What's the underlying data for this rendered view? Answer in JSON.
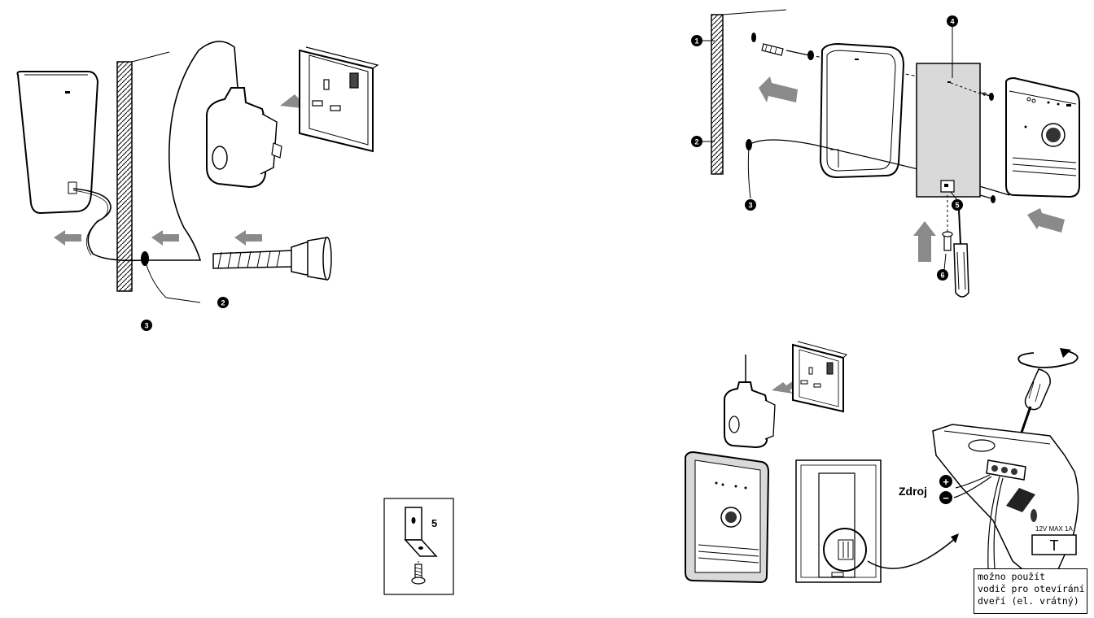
{
  "callouts": {
    "left": [
      "3",
      "2"
    ],
    "right_top": [
      "1",
      "2",
      "3",
      "4",
      "5",
      "6"
    ]
  },
  "bracket_detail": {
    "number": "5"
  },
  "wiring": {
    "power_label": "Zdroj",
    "plus_symbol": "+",
    "minus_symbol": "−",
    "rating": "12V MAX 1A",
    "terminal_symbol": "T",
    "note_lines": [
      "možno použít",
      "vodič pro otevírání",
      "dveří (el. vrátný)"
    ]
  },
  "colors": {
    "line": "#000000",
    "arrow_fill": "#8a8a8a",
    "panel_fill": "#d9d9d9",
    "badge": "#000000"
  },
  "icons": [
    "doorbell-unit-icon",
    "wall-icon",
    "plug-adapter-icon",
    "wall-socket-icon",
    "wall-plug-screw-icon",
    "screwdriver-icon",
    "bracket-icon",
    "rotate-arrow-icon"
  ]
}
